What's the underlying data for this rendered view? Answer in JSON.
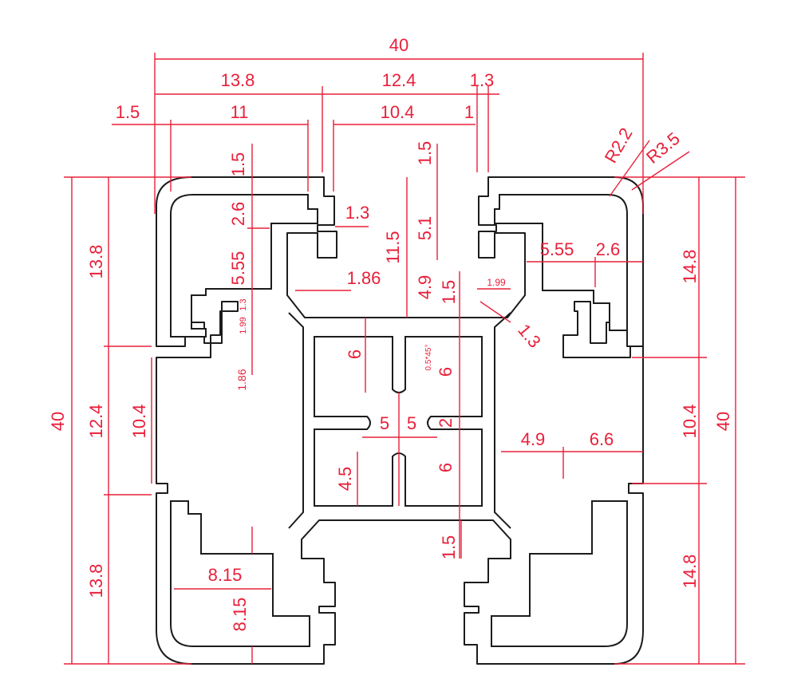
{
  "colors": {
    "dimension": "#e8203a",
    "outline": "#1c1c1c",
    "background": "#ffffff"
  },
  "dimensions": {
    "top_overall": "40",
    "top_left_span": "13.8",
    "top_mid_span": "12.4",
    "top_right_small": "1.3",
    "left_edge": "1.5",
    "left_slot": "11",
    "mid_slot": "10.4",
    "right_small": "1",
    "radius_small": "R2.2",
    "radius_large": "R3.5",
    "v_1_5_a": "1.5",
    "v_2_6": "2.6",
    "h_1_3": "1.3",
    "v_5_55": "5.55",
    "h_1_86": "1.86",
    "v_1_5_b": "1.5",
    "v_5_1": "5.1",
    "v_11_5": "11.5",
    "v_4_9": "4.9",
    "v_1_5_c": "1.5",
    "h_5_55": "5.55",
    "h_2_6": "2.6",
    "h_1_99": "1.99",
    "diag_1_3": "1.3",
    "v_1_99": "1.99",
    "v_1_3_small": "1.3",
    "v_1_86": "1.86",
    "left_13_8_top": "13.8",
    "left_40": "40",
    "left_12_4": "12.4",
    "left_10_4": "10.4",
    "left_13_8_bottom": "13.8",
    "center_6_a": "6",
    "chamfer": "0.5*45°",
    "center_6_b": "6",
    "center_5_a": "5",
    "center_5_b": "5",
    "center_2": "2",
    "center_4_5": "4.5",
    "center_6_c": "6",
    "center_1_5": "1.5",
    "right_14_8_top": "14.8",
    "right_40": "40",
    "right_10_4": "10.4",
    "right_14_8_bottom": "14.8",
    "h_4_9": "4.9",
    "h_6_6": "6.6",
    "h_8_15": "8.15",
    "v_8_15": "8.15"
  }
}
